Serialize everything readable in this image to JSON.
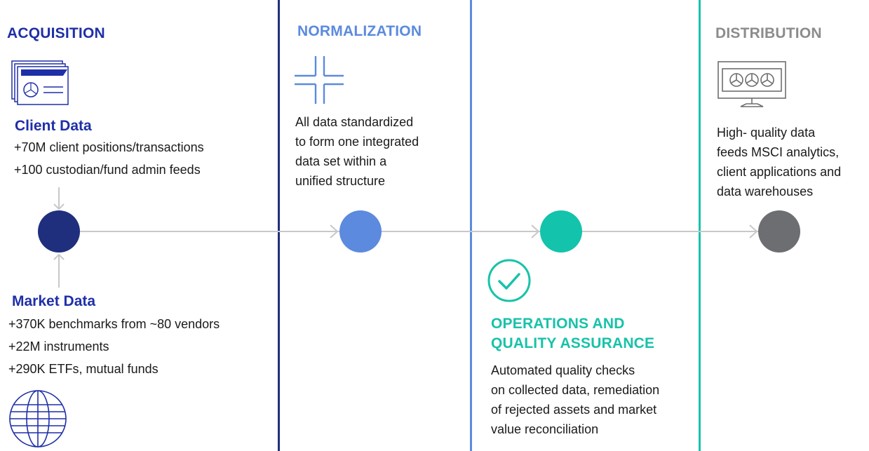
{
  "colors": {
    "acquisition": "#1f2fa8",
    "normalization": "#5b8adf",
    "operations": "#18c2a9",
    "distribution": "#8c8c8c",
    "node_acquisition": "#1f2f7d",
    "node_normalization": "#5b8adf",
    "node_operations": "#13c3ab",
    "node_distribution": "#6d6e71",
    "divider_normalization": "#1f2f7d",
    "divider_operations": "#5b8adf",
    "divider_distribution": "#18c2a9",
    "flow_line": "#c8c8c8"
  },
  "acquisition": {
    "heading": "ACQUISITION",
    "client": {
      "title": "Client Data",
      "lines": [
        "+70M client positions/transactions",
        "+100 custodian/fund admin feeds"
      ],
      "icon": "document-stack-icon"
    },
    "market": {
      "title": "Market Data",
      "lines": [
        "+370K benchmarks from ~80 vendors",
        "+22M instruments",
        "+290K  ETFs, mutual funds"
      ],
      "icon": "globe-icon"
    }
  },
  "normalization": {
    "heading": "NORMALIZATION",
    "icon": "cross-lines-icon",
    "lines": [
      "All data standardized",
      "to form one integrated",
      "data set within a",
      "unified structure"
    ]
  },
  "operations": {
    "heading_lines": [
      "OPERATIONS AND",
      "QUALITY ASSURANCE"
    ],
    "icon": "check-circle-icon",
    "lines": [
      "Automated quality checks",
      "on collected data, remediation",
      "of rejected assets and market",
      "value reconciliation"
    ]
  },
  "distribution": {
    "heading": "DISTRIBUTION",
    "icon": "monitor-dashboard-icon",
    "lines": [
      "High- quality data",
      "feeds MSCI analytics,",
      "client applications and",
      "data warehouses"
    ]
  }
}
